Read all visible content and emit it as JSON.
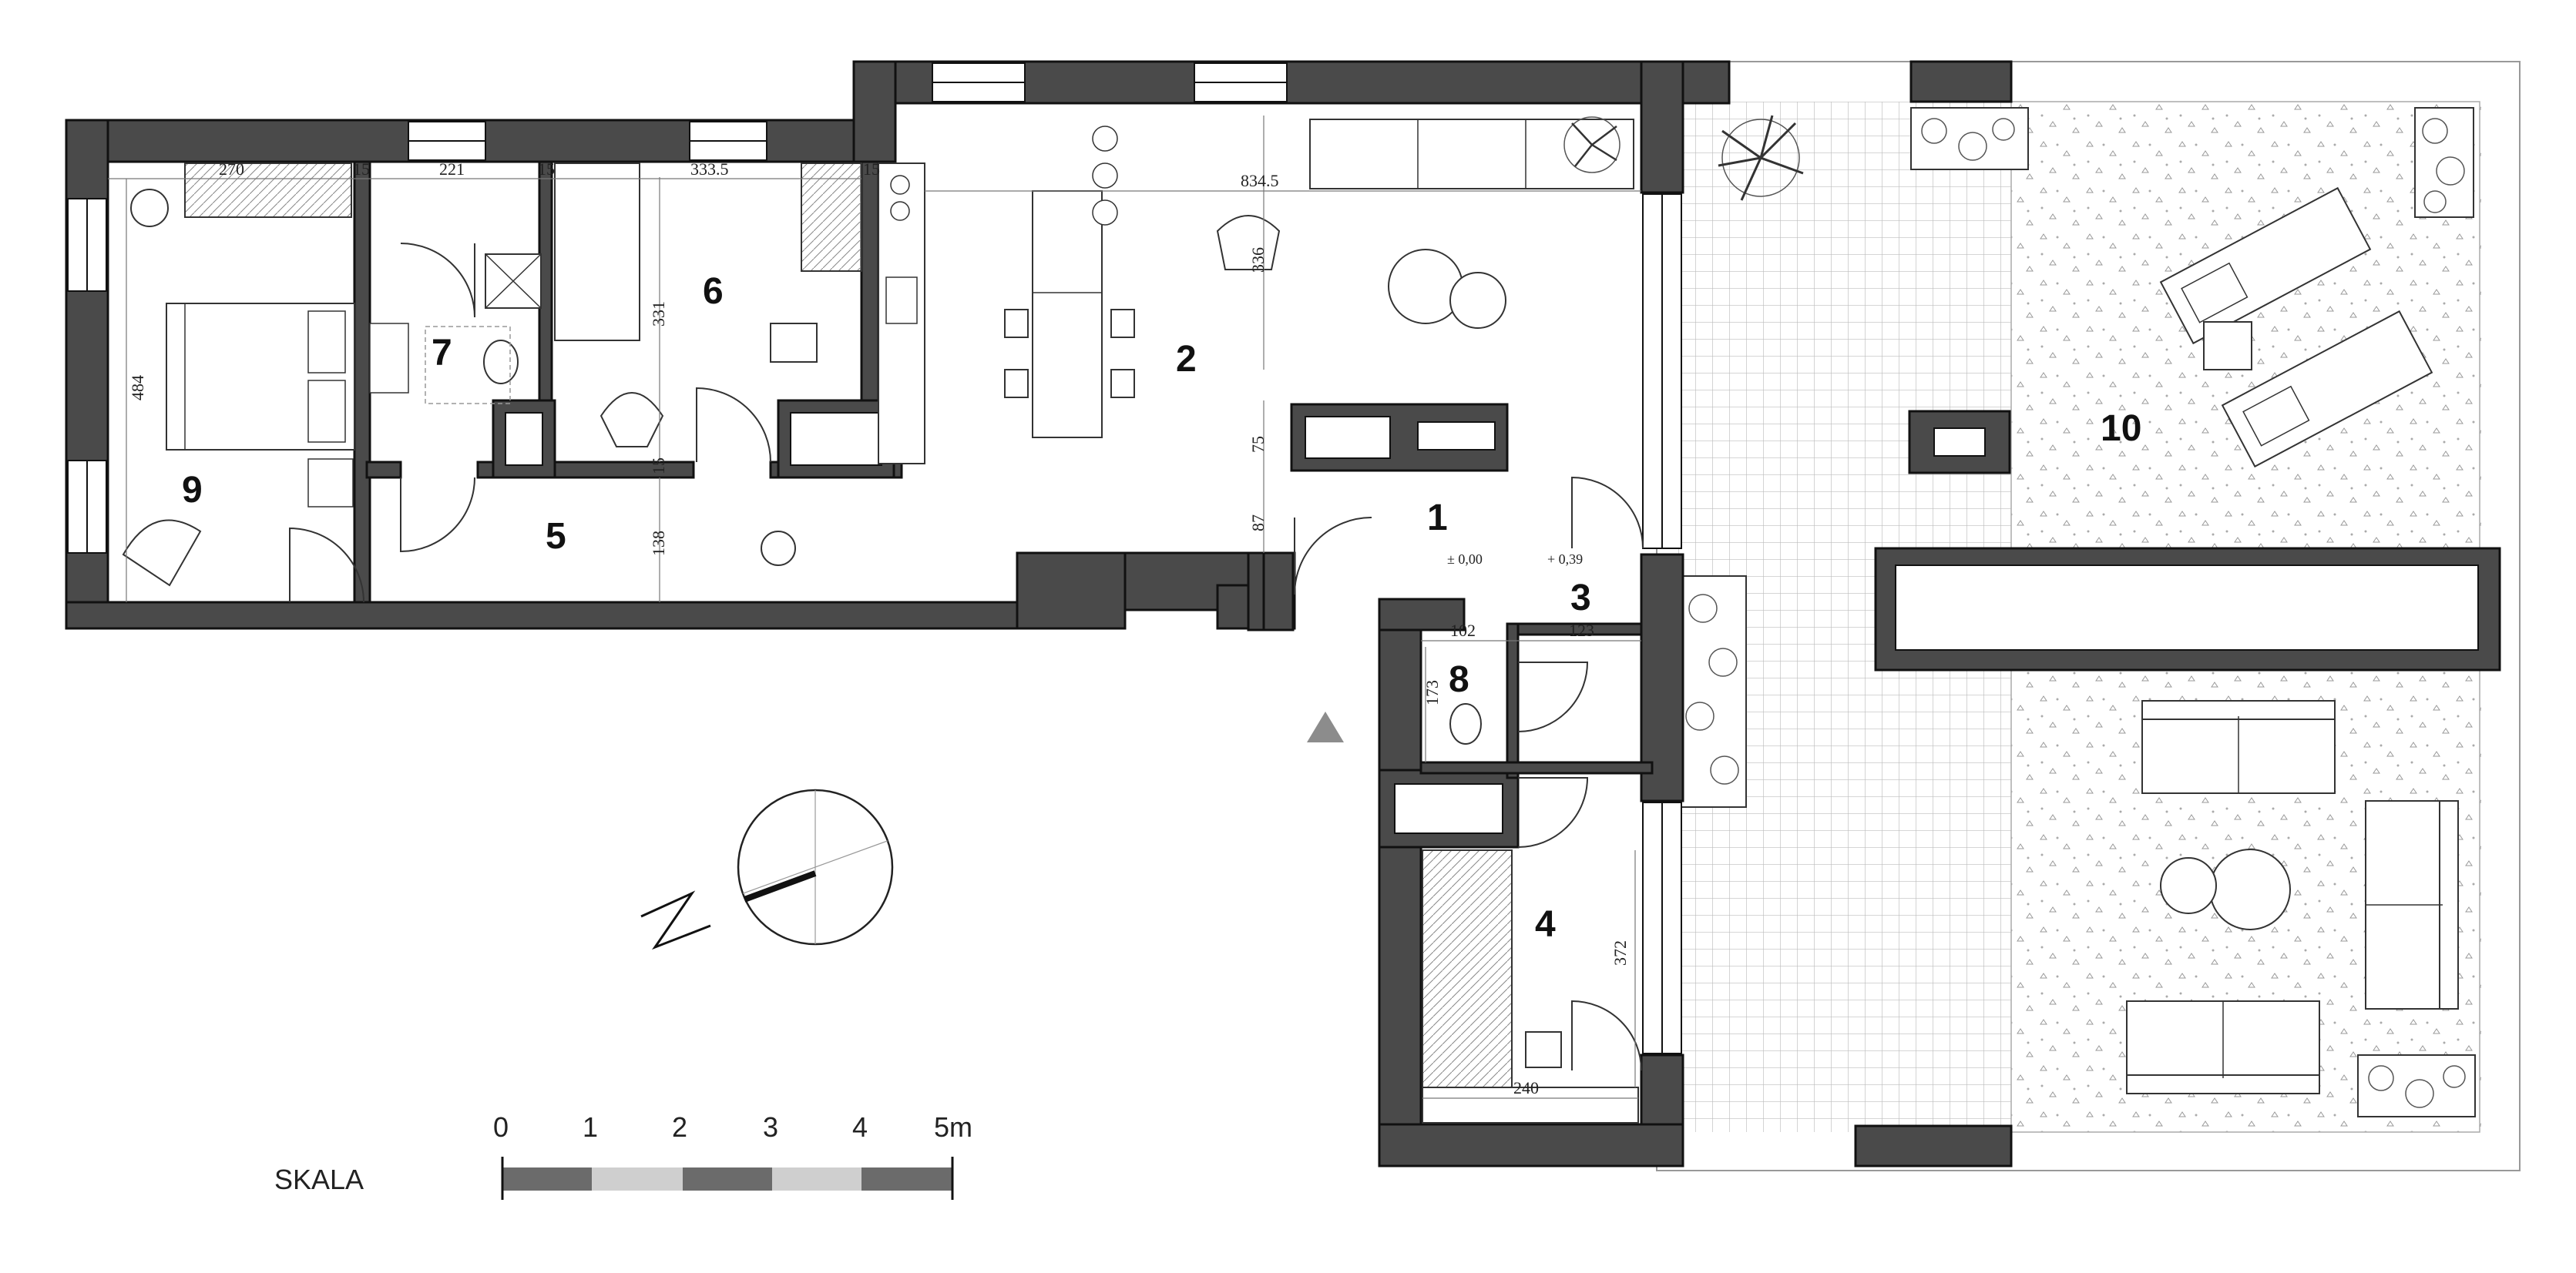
{
  "rooms": [
    {
      "id": "1",
      "label": "1"
    },
    {
      "id": "2",
      "label": "2"
    },
    {
      "id": "3",
      "label": "3"
    },
    {
      "id": "4",
      "label": "4"
    },
    {
      "id": "5",
      "label": "5"
    },
    {
      "id": "6",
      "label": "6"
    },
    {
      "id": "7",
      "label": "7"
    },
    {
      "id": "8",
      "label": "8"
    },
    {
      "id": "9",
      "label": "9"
    },
    {
      "id": "10",
      "label": "10"
    }
  ],
  "dimensions": {
    "d270": "270",
    "d15a": "15",
    "d221": "221",
    "d15b": "15",
    "d3335": "333.5",
    "d15c": "15",
    "d8345": "834.5",
    "d484": "484",
    "d331": "331",
    "d336": "336",
    "d75": "75",
    "d87": "87",
    "d138": "138",
    "d15d": "15",
    "d102": "102",
    "d123": "123",
    "d173": "173",
    "d372": "372",
    "d240": "240"
  },
  "levels": {
    "l1": "± 0,00",
    "l2": "+ 0,39"
  },
  "scale": {
    "label": "SKALA",
    "ticks": [
      "0",
      "1",
      "2",
      "3",
      "4",
      "5m"
    ]
  },
  "colors": {
    "wall": "#4a4a4a",
    "scale_dark": "#6b6b6b",
    "scale_light": "#cfcfcf",
    "terrace_grid": "#bdbdbd",
    "entrance_marker": "#8c8c8c"
  }
}
